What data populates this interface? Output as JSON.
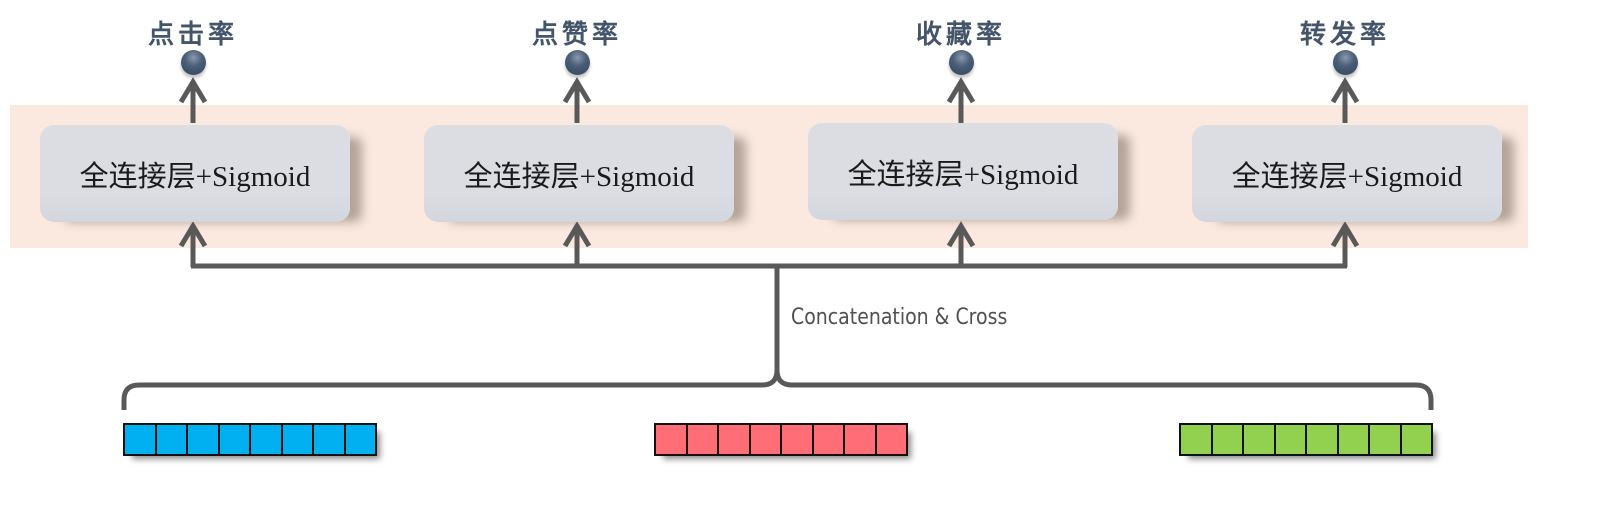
{
  "diagram": {
    "outputs": [
      {
        "label": "点击率"
      },
      {
        "label": "点赞率"
      },
      {
        "label": "收藏率"
      },
      {
        "label": "转发率"
      }
    ],
    "towers": [
      {
        "label": "全连接层+Sigmoid"
      },
      {
        "label": "全连接层+Sigmoid"
      },
      {
        "label": "全连接层+Sigmoid"
      },
      {
        "label": "全连接层+Sigmoid"
      }
    ],
    "merge_label": "Concatenation & Cross",
    "embeddings": [
      {
        "name": "embedding-blue",
        "color": "#00b0f0",
        "cells": 8
      },
      {
        "name": "embedding-red",
        "color": "#ff6d77",
        "cells": 8
      },
      {
        "name": "embedding-green",
        "color": "#92d050",
        "cells": 8
      }
    ],
    "colors": {
      "band": "#fbe9df",
      "box": "#dcdde2",
      "wire": "#595959",
      "ball": "#44546a",
      "label": "#44546a"
    }
  }
}
